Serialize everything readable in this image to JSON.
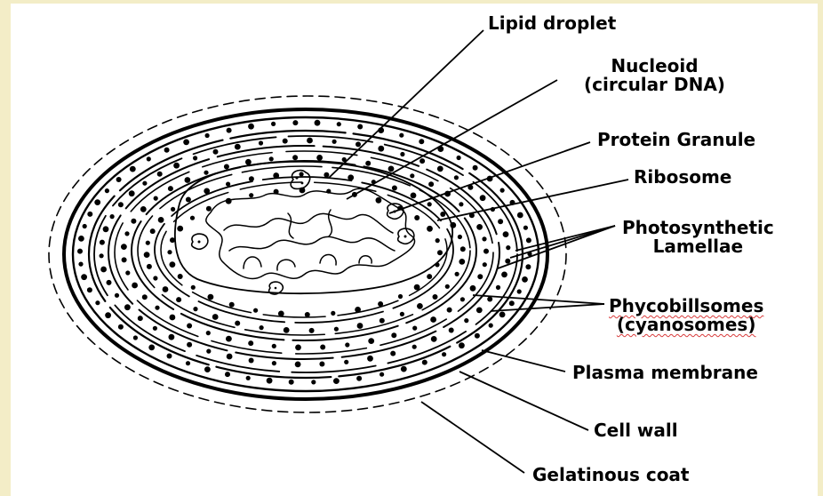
{
  "labels": {
    "lipid_droplet": "Lipid droplet",
    "nucleoid_line1": "Nucleoid",
    "nucleoid_line2": "(circular DNA)",
    "protein_granule": "Protein Granule",
    "ribosome": "Ribosome",
    "photosynthetic_line1": "Photosynthetic",
    "photosynthetic_line2": "Lamellae",
    "phycobilisomes_line1": "Phycobillsomes",
    "phycobilisomes_line2": "(cyanosomes)",
    "plasma_membrane": "Plasma membrane",
    "cell_wall": "Cell wall",
    "gelatinous_coat": "Gelatinous coat"
  },
  "colors": {
    "frame_background": "#f3edc7",
    "diagram_background": "#ffffff",
    "ink": "#000000",
    "spellcheck_underline": "#d83a3a"
  }
}
